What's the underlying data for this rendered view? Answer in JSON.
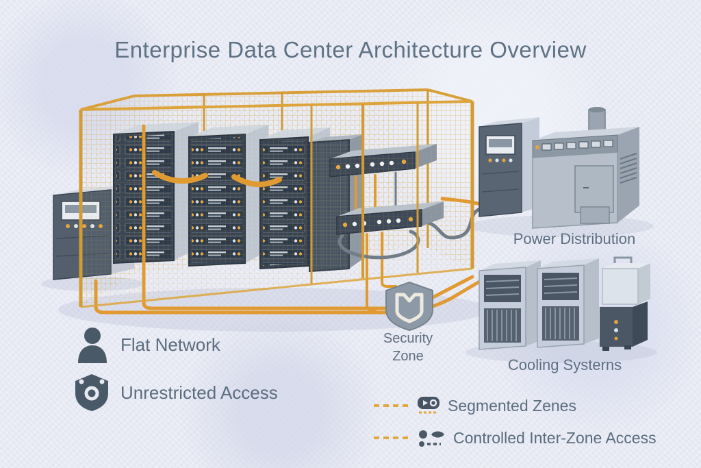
{
  "title": "Enterprise Data Center Architecture Overview",
  "scene_labels": {
    "power": "Power Distribution",
    "cooling": "Cooling Systerns",
    "security_zone": "Security Zone"
  },
  "legend": {
    "flat_network": "Flat Network",
    "unrestricted_access": "Unrestricted Access",
    "segmented_zones": "Segmented Zenes",
    "controlled_interzone": "Controlled Inter-Zone Access"
  },
  "icons": {
    "flat_network": "person-icon",
    "unrestricted_access": "shield-eye-icon",
    "security_zone": "security-shield-icon",
    "segmented_zones": "zone-chip-icon",
    "controlled_interzone": "dots-arrow-icon"
  },
  "colors": {
    "background": "#e8eaf4",
    "title_text": "#5f7284",
    "label_text": "#5d6f80",
    "cage_yellow": "#d8a843",
    "cable_orange": "#e09a31",
    "equipment_dark": "#3a4554",
    "equipment_light": "#c6cedb",
    "icon_slate": "#4a5968"
  }
}
